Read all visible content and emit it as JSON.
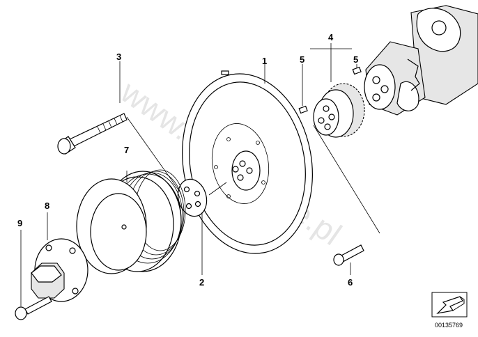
{
  "callouts": {
    "n1": "1",
    "n2": "2",
    "n3": "3",
    "n4": "4",
    "n5a": "5",
    "n5b": "5",
    "n6": "6",
    "n7": "7",
    "n8": "8",
    "n9": "9"
  },
  "watermark": "www.BMWstore.pl",
  "diagram_code": "00135769",
  "icons": [
    "arrow-badge-icon"
  ]
}
